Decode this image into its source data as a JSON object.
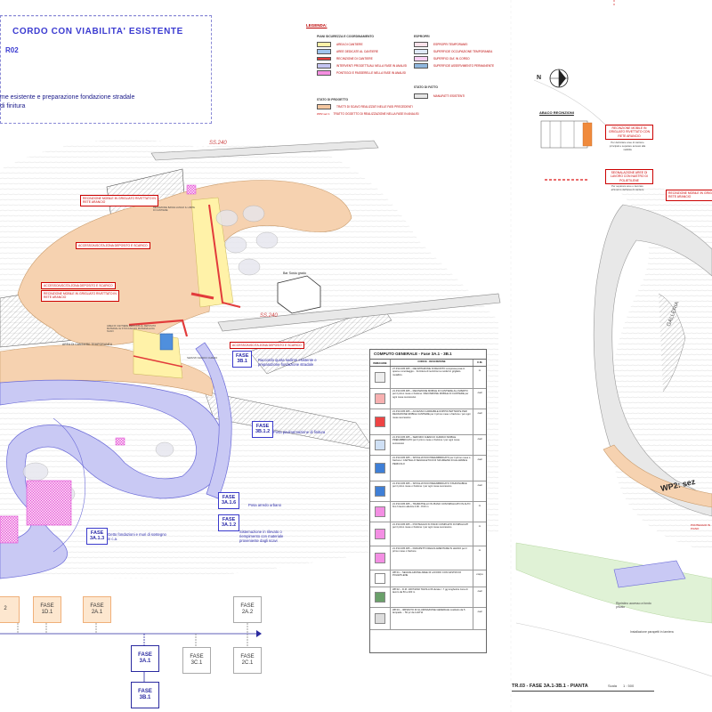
{
  "title": {
    "main": "CORDO CON VIABILITA' ESISTENTE",
    "sub": "R02",
    "line1": "me esistente e preparazione fondazione stradale",
    "line2": "di finitura"
  },
  "legend": {
    "title": "LEGENDA:",
    "group_cantiere": "PIANI SICUREZZA E COORDINAMENTO",
    "group_progetto": "STATO DI PROGETTO",
    "group_espropri": "ESPROPRI",
    "group_fatto": "STATO DI FATTO",
    "items_left": [
      {
        "label": "AREA DI CANTIERE",
        "color": "#fff2a8"
      },
      {
        "label": "AREE DEDICATE AL CANTIERE",
        "color": "#9fc4ef"
      },
      {
        "label": "RECINZIONE DI CANTIERE",
        "color": "#e23b3b"
      },
      {
        "label": "INTERVENTI PROGETTUALI NELLA FASE IN ANALISI",
        "color": "#c5c5f2"
      },
      {
        "label": "PONTEGGI E PASSERELLE NELLA FASE IN ANALISI",
        "color": "#f58ee0"
      }
    ],
    "items_progetto": [
      {
        "label": "TRATTI DI SCAVO REALIZZATI NELLE FASI PRECEDENTI",
        "color": "#f4c7a0"
      },
      {
        "label": "TRATTO OGGETTO DI REALIZZAZIONE NELLA FASE IN ANALISI",
        "prefix": "WP2 sez 1",
        "color": "#ffffff"
      }
    ],
    "items_right": [
      {
        "label": "ESPROPRI TEMPORANEI",
        "color": "#fde2ea"
      },
      {
        "label": "SUPERFICIE OCCUPAZIONE TEMPORANEA",
        "color": "#dfe9f8"
      },
      {
        "label": "SUPERFICI GIA' IN CORSO",
        "color": "#f9d0f5"
      },
      {
        "label": "SUPERFICIE ASSERVIMENTO PERMANENTE",
        "color": "#8fb7de"
      }
    ],
    "items_fatto": [
      {
        "label": "MANUFATTI ESISTENTI",
        "color": "#e6e6e6"
      }
    ]
  },
  "north_label": "N",
  "abaco": {
    "title": "ABACO RECINZIONI",
    "callout1": "RECINZIONE MOBILE IN GRIGLIATO RIVETTATO CON RETE ARANCIO",
    "note1": "Per delimitare aree di cantiere principali e separare accessi alla viabilità",
    "callout2": "SEGNALAZIONE AREE DI LAVORO CON NASTRO DI POLIETILENE",
    "note2": "Per separare aree e lavorare all'interno dell'area di cantiere"
  },
  "callouts": [
    "RECINZIONE MOBILE IN GRIGLIATO RIVETTATO IN\nRETE ARANCIO",
    "ACCESSO/USCITA ZONA DEPOSITO E SCARICO",
    "ACCESSO/USCITA ZONA DEPOSITO E SCARICO",
    "RECINZIONE MOBILE IN GRIGLIATO RIVETTATO IN\nRETE ARANCIO",
    "ACCESSO/USCITA ZONA DEPOSITO E SCARICO",
    "RECINZIONE MOBILE IN GRIGLIATO RIVETTATO IN\nRETE ARANCIO"
  ],
  "roads": {
    "ss_top": "SS.240",
    "ss_mid": "SS.240",
    "galleria": "GALLERIA",
    "wp2": "WP2: sez"
  },
  "building_label": "Bar Sostu grado",
  "phases": [
    {
      "label": "FASE",
      "code": "3B.1",
      "note": "Raccordo quota sedime esistente e preparazione fondazione stradale"
    },
    {
      "label": "FASE",
      "code": "3B.1.2",
      "note": "Posa pavimentazione di finitura"
    },
    {
      "label": "FASE",
      "code": "3A.1.6",
      "note": "Posa arredo urbano"
    },
    {
      "label": "FASE",
      "code": "3A.1.2",
      "note": "Sistemazione in rilevato o riempimento con materiale proveniente dagli scavi"
    },
    {
      "label": "FASE",
      "code": "3A.1.3",
      "note": "Getto fondazioni e muri di sostegno in c.a."
    }
  ],
  "timeline": {
    "row1": [
      {
        "label": "",
        "code": "2",
        "style": "orange"
      },
      {
        "label": "FASE",
        "code": "1D.1",
        "style": "orange"
      },
      {
        "label": "FASE",
        "code": "2A.1",
        "style": "orange"
      },
      {
        "label": "FASE",
        "code": "2A.2",
        "style": "white"
      }
    ],
    "row2": [
      {
        "label": "FASE",
        "code": "3A.1",
        "style": "blue"
      },
      {
        "label": "FASE",
        "code": "3C.1",
        "style": "white"
      },
      {
        "label": "FASE",
        "code": "2C.1",
        "style": "white"
      }
    ],
    "row3": [
      {
        "label": "FASE",
        "code": "3B.1",
        "style": "blue"
      }
    ]
  },
  "computo": {
    "title": "COMPUTO GENERALE - Fase 3A.1 - 3B.1",
    "headers": {
      "img": "IMMAGINE",
      "desc": "CODICE - DESCRIZIONE",
      "um": "U.M."
    },
    "rows": [
      {
        "desc": "27.P.10.005.005 -- DELIMITAZIONE DI RECINTO compresa posa in opera e smontaggio... Fornitura di recinzioni a moduli in grigliato metallico.",
        "um": "m"
      },
      {
        "desc": "21.P.10.005.005 -- RECINZIONE MOBILE DI CANTIERE ALL'APERTO per il primo mese o frazione / RECINZIONE MOBILE DI CANTIERE per ogni mese successivo",
        "um": "cad"
      },
      {
        "desc": "21.P.10.005.005 -- ACCESSO CARRABILE DOPPIO BATTENTE PER RECINZIONE MOBILE CANTIERE per il primo mese o frazione / per ogni mese successivo",
        "um": "cad"
      },
      {
        "desc": "21.P.10.005.005 -- SERVIZIO IGIENICO CHIMICO MOBILE PREFABBRICATO per il primo mese o frazione / per ogni mese successivo",
        "um": "cad"
      },
      {
        "desc": "21.P.10.005.005 -- SPOGLIATOIO PREFABBRICATO per il primo mese o frazione / CARTELLO SEGNALETICO DI SICUREZZA DI ALLARME E PERICOLO",
        "um": "cad"
      },
      {
        "desc": "21.P.10.005.005 -- SPOGLIATOIO PREFABBRICATO STAZIONABILE per il primo mese o frazione / per ogni mese successivo",
        "um": "cad"
      },
      {
        "desc": "21.P.10.005.005 -- TRABATTELLO IN PIANO CON IMPALCATO IN ALTO fino h lavoro altezza 4.00 - 8.00 m",
        "um": "m"
      },
      {
        "desc": "21.P.10.005.005 -- PONTEGGIO IN PIANO COMPLETO DI IMPALCATI per il primo mese o frazione / per ogni mese successivo",
        "um": "m"
      },
      {
        "desc": "21.P.10.005.005 -- PARAPETTO REGOLAMENTARE IN LEGNO per il primo mese o frazione",
        "um": "m"
      },
      {
        "desc": "WP.01 -- SEGNALAZIONE AREE DI LAVORO CON NASTRO DI POLIETILENE",
        "um": "corpo"
      },
      {
        "desc": "WP.02 -- D.M. 10/07/2002 TAVOLA 66 durata > 7 gg lunghezza zona di lavoro da 50 a 200 m",
        "um": "cad"
      },
      {
        "desc": "WP.03 -- IMPIANTO DI ILLUMINAZIONE GENERALE costituito da 5 lampade ... 50 pz da 1x18 W",
        "um": "cad"
      }
    ]
  },
  "small_labels": {
    "area_cantiere": "AREA DI CANTIERE TEMPORANEA",
    "area_cantiere2": "AREA DI CANTIERE DEDICATA AL DEPOSITO MATERIALI E STOCCAGGIO MATERIALE DA SCAVI",
    "servizi": "SERVIZI IGIENICI CHIMICI",
    "recinzione_label": "RECINZIONE BASSA LUNGO IL LIMITE DI CANTIERE",
    "ripristino": "Ripristino accesso a fondo privato",
    "parapetti": "Installazione parapetti in lamiera",
    "pontegio_right": "PONTEGGIO IN PIANO"
  },
  "footer": {
    "code": "TR.03 - FASE 3A.1-3B.1 - PIANTA",
    "scale_label": "Scala",
    "scale": "1 : 500"
  }
}
